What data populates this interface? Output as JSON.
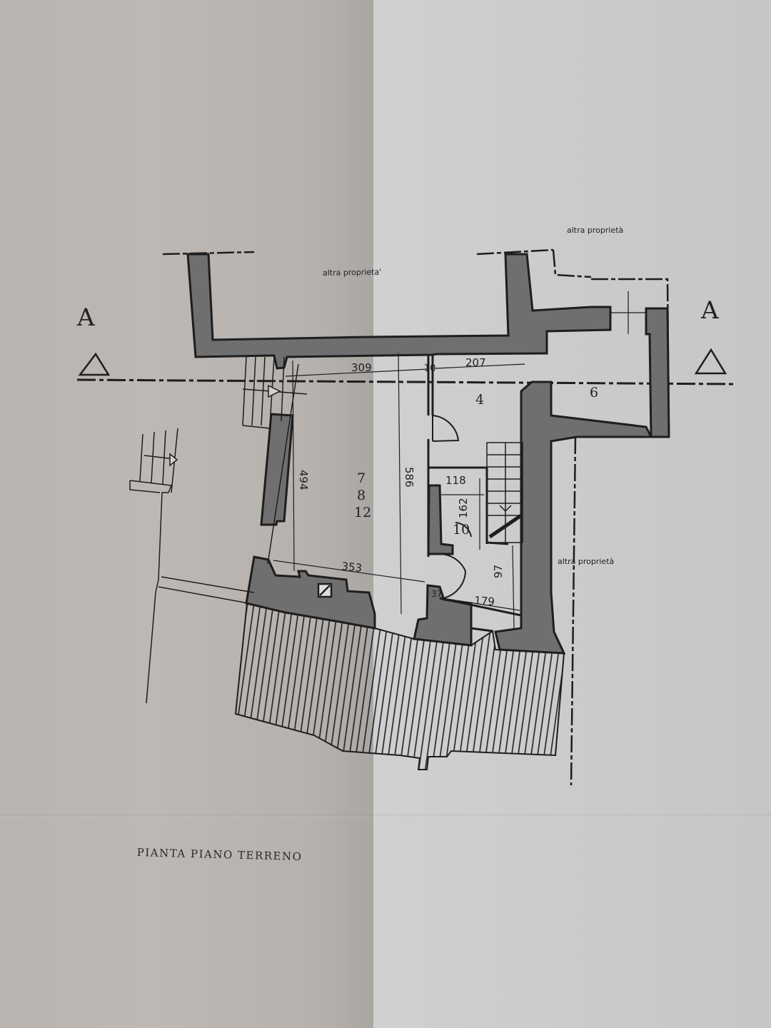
{
  "drawing": {
    "title": "PIANTA PIANO TERRENO",
    "section_marker_left": "A",
    "section_marker_right": "A",
    "section_symbol": "triangle"
  },
  "labels": {
    "neighbor_top": "altra proprieta'",
    "neighbor_top_right": "altra proprietà",
    "neighbor_right": "altra proprietà"
  },
  "rooms": {
    "main_room": [
      "7",
      "8",
      "12"
    ],
    "room_4": "4",
    "room_6": "6",
    "room_10": "10"
  },
  "dimensions": {
    "d309": "309",
    "d10": "10",
    "d207": "207",
    "d494": "494",
    "d586": "586",
    "d118": "118",
    "d162": "162",
    "d353": "353",
    "d37": "37",
    "d179": "179",
    "d97": "97"
  },
  "colors": {
    "wall_fill": "#6f6f6f",
    "line": "#1e1e1e"
  }
}
